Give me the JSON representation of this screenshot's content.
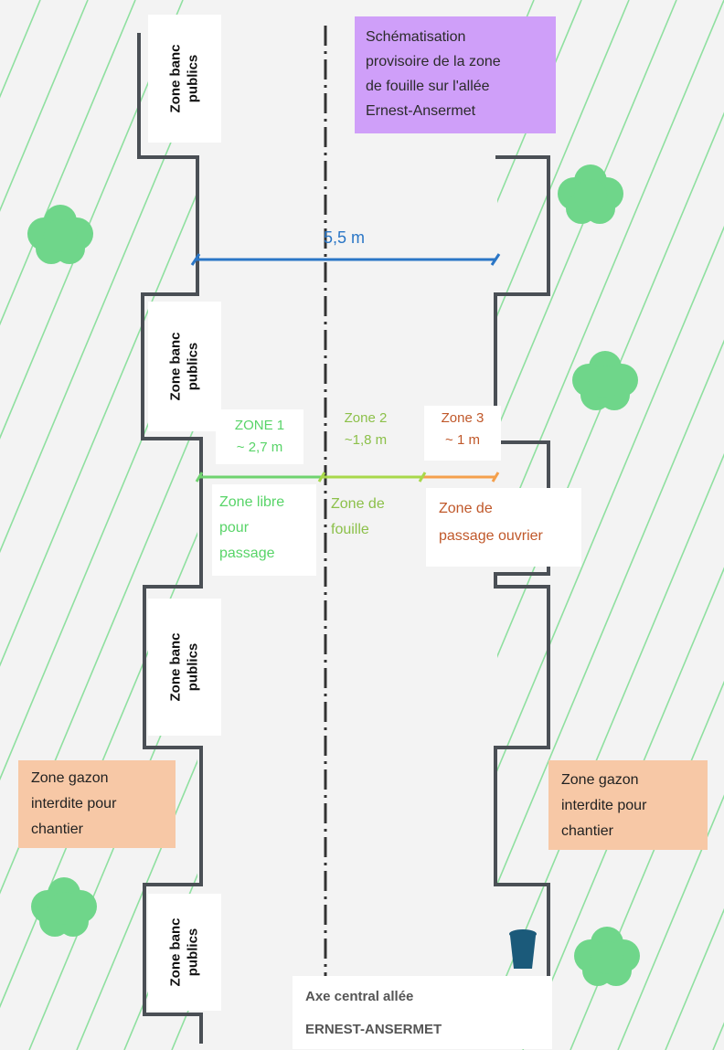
{
  "title": {
    "lines": [
      "Schématisation",
      "provisoire de la zone",
      "de fouille sur l'allée",
      "Ernest-Ansermet"
    ],
    "bg_color": "#cf9ff9"
  },
  "width_label": "5,5 m",
  "bench_zones": [
    {
      "line1": "Zone banc",
      "line2": "publics"
    },
    {
      "line1": "Zone banc",
      "line2": "publics"
    },
    {
      "line1": "Zone banc",
      "line2": "publics"
    },
    {
      "line1": "Zone banc",
      "line2": "publics"
    }
  ],
  "zones": [
    {
      "name": "ZONE 1",
      "width": "~ 2,7 m",
      "desc_lines": [
        "Zone libre",
        "pour",
        "passage"
      ],
      "color": "#58d468"
    },
    {
      "name": "Zone 2",
      "width": "~1,8 m",
      "desc_lines": [
        "Zone de",
        "fouille"
      ],
      "color": "#8cc04a"
    },
    {
      "name": "Zone 3",
      "width": "~ 1 m",
      "desc_lines": [
        "Zone de",
        "passage ouvrier"
      ],
      "color": "#c0582a"
    }
  ],
  "lawn_notes": [
    {
      "lines": [
        "Zone gazon",
        "interdite pour",
        "chantier"
      ]
    },
    {
      "lines": [
        "Zone gazon",
        "interdite pour",
        "chantier"
      ]
    }
  ],
  "axis_label": {
    "line1": "Axe central allée",
    "line2": "ERNEST-ANSERMET"
  },
  "colors": {
    "dimension_line": "#2a76c6",
    "zone1_line": "#6fd36f",
    "zone2_line": "#a8d84a",
    "zone3_line": "#f4a04c",
    "tree": "#6fd68a",
    "hatch": "#8fe0a0",
    "edge": "#4a4f55",
    "lawn_note_bg": "#f7c8a6",
    "bin": "#1b5a7a"
  },
  "icons": [
    "tree-icon",
    "trash-bin-icon"
  ]
}
